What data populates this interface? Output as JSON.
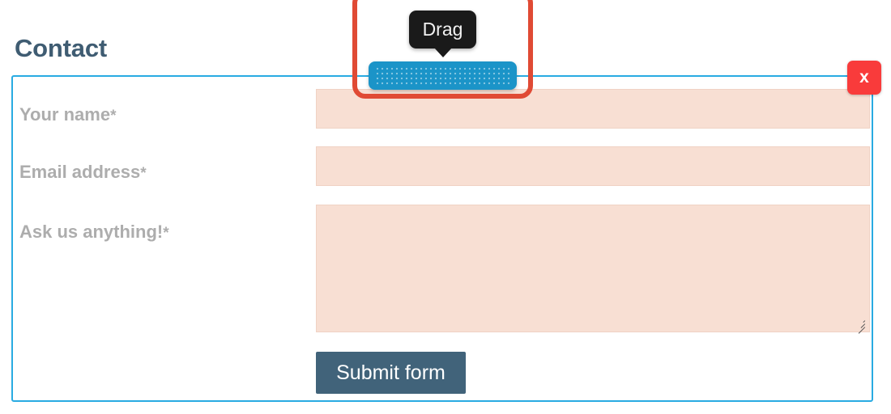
{
  "page": {
    "title": "Contact"
  },
  "form": {
    "fields": [
      {
        "label": "Your name",
        "required_mark": "*",
        "value": "",
        "placeholder": "",
        "type": "text"
      },
      {
        "label": "Email address",
        "required_mark": "*",
        "value": "",
        "placeholder": "",
        "type": "email"
      },
      {
        "label": "Ask us anything!",
        "required_mark": "*",
        "value": "",
        "placeholder": "",
        "type": "textarea"
      }
    ],
    "submit_label": "Submit form"
  },
  "close_button": {
    "label": "x",
    "icon": "close-icon"
  },
  "drag_widget": {
    "tooltip_label": "Drag",
    "handle_icon": "drag-dots-icon"
  },
  "colors": {
    "panel_border": "#29ABE2",
    "field_background": "#F8DFD3",
    "heading": "#3F5C72",
    "label": "#ADADAD",
    "submit_background": "#41637A",
    "close_background": "#F93B3B",
    "highlight_border": "#E04A34",
    "drag_handle": "#1B94C8",
    "tooltip_background": "#1A1A1A"
  }
}
